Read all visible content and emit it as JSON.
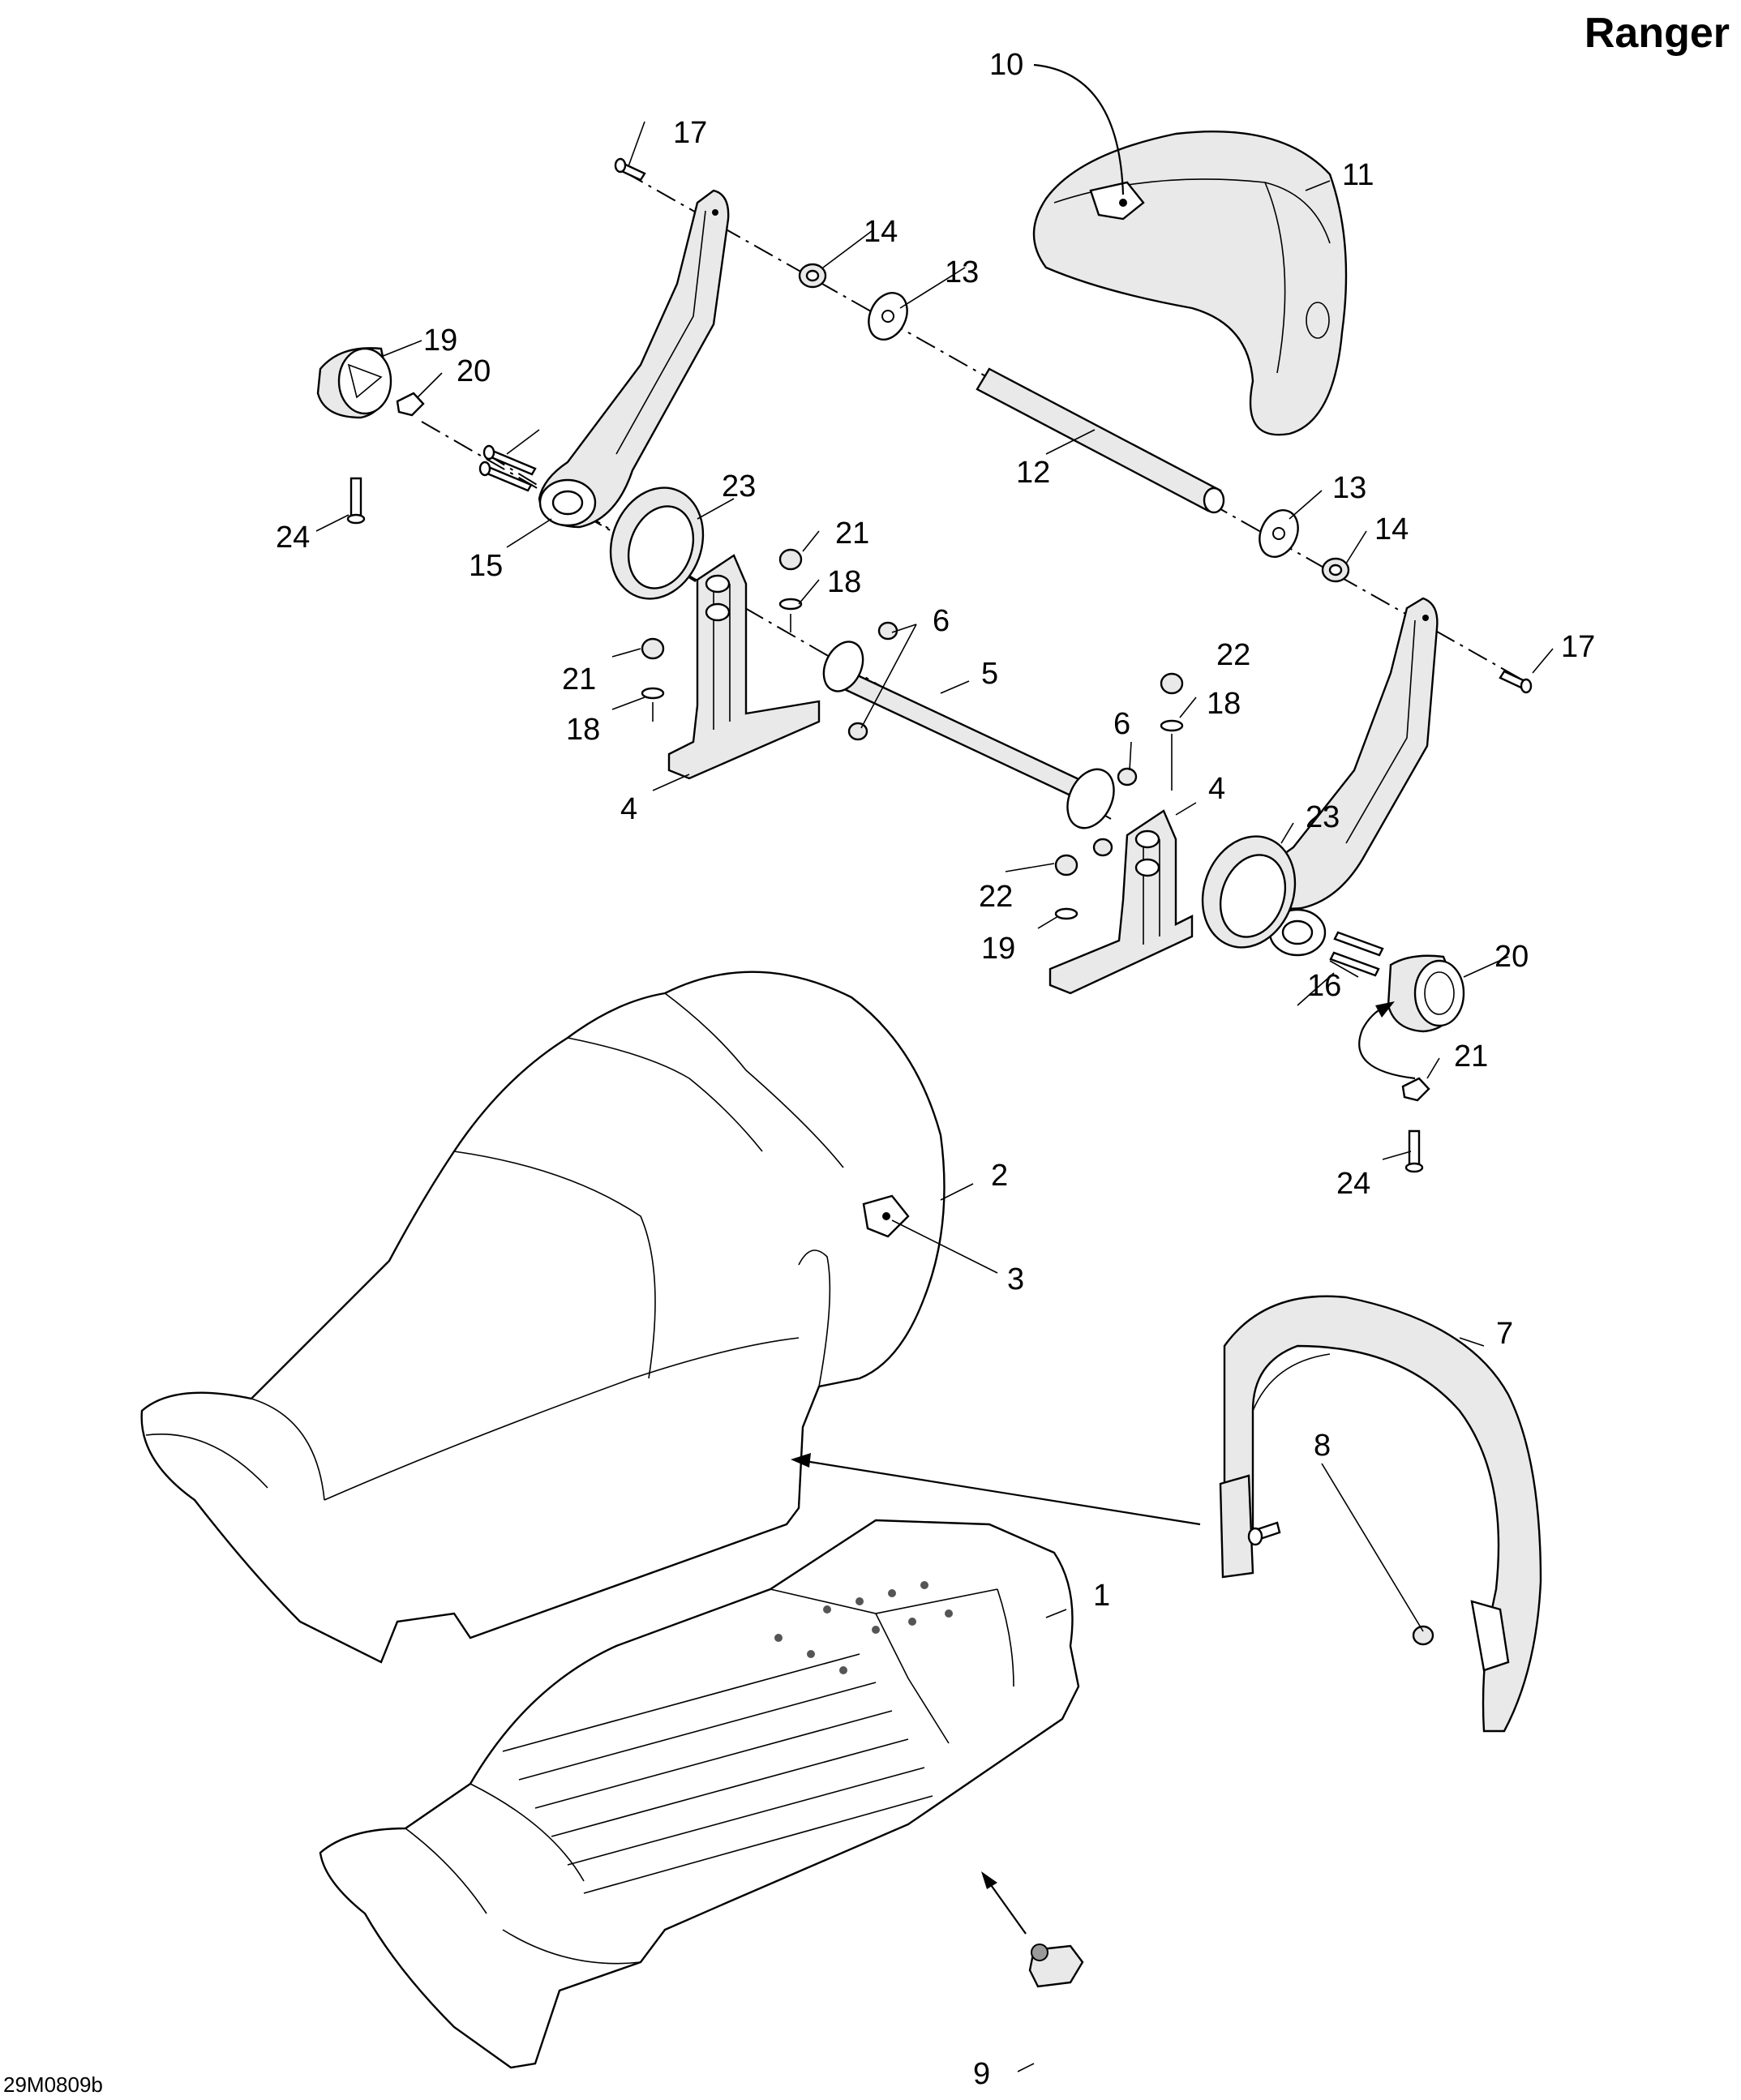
{
  "title": "Ranger",
  "figure_code": "29M0809b",
  "callouts": [
    "1",
    "2",
    "3",
    "4",
    "4",
    "5",
    "6",
    "6",
    "7",
    "8",
    "9",
    "10",
    "11",
    "12",
    "13",
    "13",
    "14",
    "14",
    "15",
    "16",
    "17",
    "17",
    "18",
    "18",
    "18",
    "19",
    "19",
    "20",
    "20",
    "21",
    "21",
    "21",
    "22",
    "22",
    "23",
    "23",
    "24",
    "24"
  ]
}
